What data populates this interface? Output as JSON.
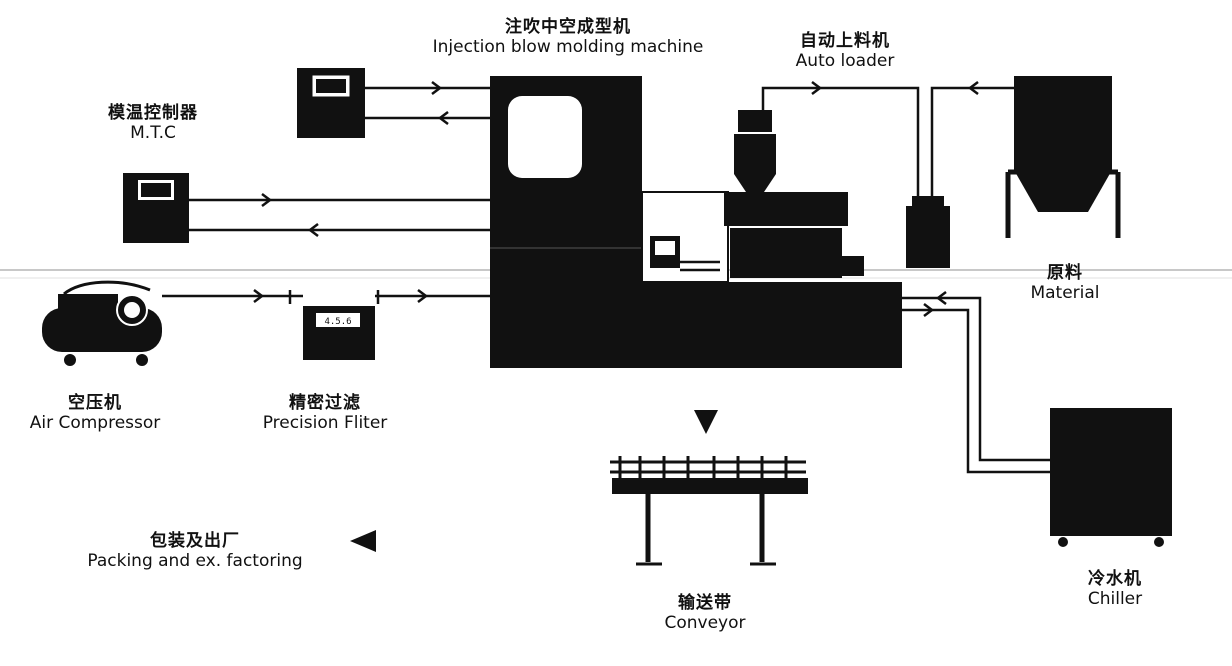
{
  "colors": {
    "ink": "#111111",
    "background": "#ffffff",
    "window": "#ffffff"
  },
  "labels": {
    "machine": {
      "cn": "注吹中空成型机",
      "en": "Injection blow molding machine"
    },
    "loader": {
      "cn": "自动上料机",
      "en": "Auto loader"
    },
    "mtc": {
      "cn": "模温控制器",
      "en": "M.T.C"
    },
    "material": {
      "cn": "原料",
      "en": "Material"
    },
    "compressor": {
      "cn": "空压机",
      "en": "Air Compressor"
    },
    "filter": {
      "cn": "精密过滤",
      "en": "Precision Fliter"
    },
    "packing": {
      "cn": "包装及出厂",
      "en": "Packing and ex. factoring"
    },
    "conveyor": {
      "cn": "输送带",
      "en": "Conveyor"
    },
    "chiller": {
      "cn": "冷水机",
      "en": "Chiller"
    }
  },
  "filter_display": "4.5.6"
}
